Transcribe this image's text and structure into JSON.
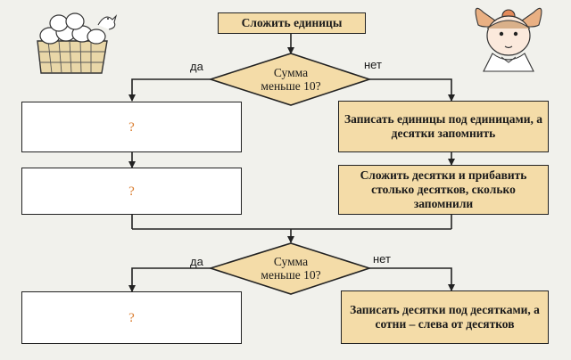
{
  "diagram": {
    "start_label": "Сложить единицы",
    "decision1_label": "Сумма меньше 10?",
    "decision2_label": "Сумма меньше 10?",
    "yes_label": "да",
    "no_label": "нет",
    "unknown_mark": "?",
    "step_write_units": "Записать единицы под единицами, а десятки запомнить",
    "step_add_tens": "Сложить десятки и прибавить столько десятков, сколько запомнили",
    "step_write_tens": "Записать десятки под десятками, а сотни – слева от десятков"
  },
  "colors": {
    "box_fill": "#f4dca8",
    "question_mark": "#d97a2b",
    "line": "#222222"
  },
  "icons": [
    "egg-basket-illustration",
    "girl-with-bow-illustration"
  ]
}
